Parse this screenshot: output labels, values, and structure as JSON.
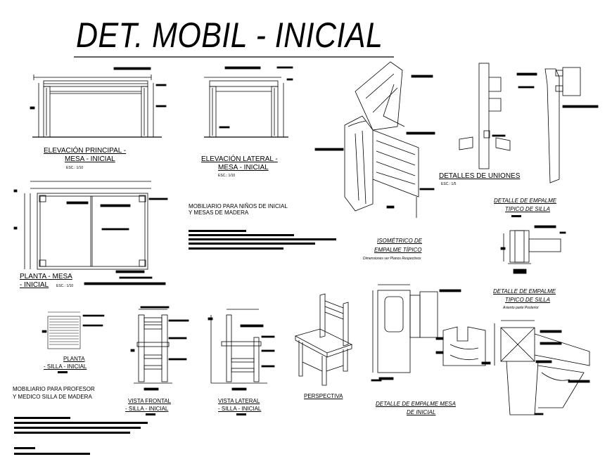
{
  "title": "DET. MOBIL - INICIAL",
  "labels": {
    "elev_principal": "ELEVACIÓN PRINCIPAL -",
    "elev_principal_2": "MESA - INICIAL",
    "elev_principal_scale": "ESC.: 1/10",
    "elev_lateral": "ELEVACIÓN LATERAL -",
    "elev_lateral_2": "MESA - INICIAL",
    "elev_lateral_scale": "ESC.: 1/10",
    "planta_mesa": "PLANTA - MESA",
    "planta_mesa_2": "- INICIAL",
    "planta_mesa_scale": "ESC.: 1/10",
    "mobiliario_ninos": "MOBILIARIO PARA NIÑOS DE INICIAL",
    "mobiliario_ninos_2": "Y MESAS DE MADERA",
    "isometrico": "ISOMÉTRICO DE",
    "isometrico_2": "EMPALME TÍPICO",
    "isometrico_note": "Dimensiones ver Planos Respectivos",
    "detalles_uniones": "DETALLES DE UNIONES",
    "detalles_uniones_scale": "ESC.: 1/5",
    "empalme_silla": "DETALLE DE EMPALME",
    "empalme_silla_2": "TIPICO DE SILLA",
    "empalme_silla_b": "DETALLE DE EMPALME",
    "empalme_silla_b_2": "TIPICO DE SILLA",
    "empalme_silla_b_note": "Asiento parte Posterior",
    "planta_silla": "PLANTA",
    "planta_silla_2": "- SILLA - INICIAL",
    "vista_frontal": "VISTA FRONTAL",
    "vista_frontal_2": "- SILLA - INICIAL",
    "vista_lateral": "VISTA LATERAL",
    "vista_lateral_2": "- SILLA - INICIAL",
    "perspectiva": "PERSPECTIVA",
    "empalme_mesa": "DETALLE DE EMPALME MESA",
    "empalme_mesa_2": "DE INICIAL",
    "mobiliario_profesor": "MOBILIARIO PARA PROFESOR",
    "mobiliario_profesor_2": "Y MEDICO SILLA DE MADERA"
  }
}
